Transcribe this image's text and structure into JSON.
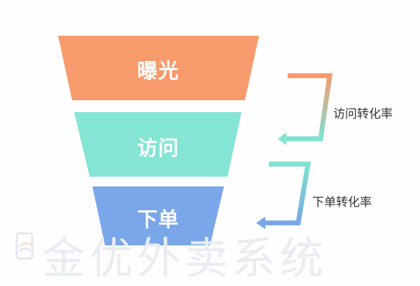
{
  "funnel": {
    "stages": [
      {
        "label": "曝光",
        "color": "#f89b6c"
      },
      {
        "label": "访问",
        "color": "#84e5d4"
      },
      {
        "label": "下单",
        "color": "#7aa6ea"
      }
    ]
  },
  "conversions": [
    {
      "label": "访问转化率",
      "gradient_from": "#f59a6c",
      "gradient_to": "#7fe3d2"
    },
    {
      "label": "下单转化率",
      "gradient_from": "#7fe3d2",
      "gradient_to": "#7aa6ea"
    }
  ],
  "watermark": {
    "text": "金优外卖系统"
  }
}
